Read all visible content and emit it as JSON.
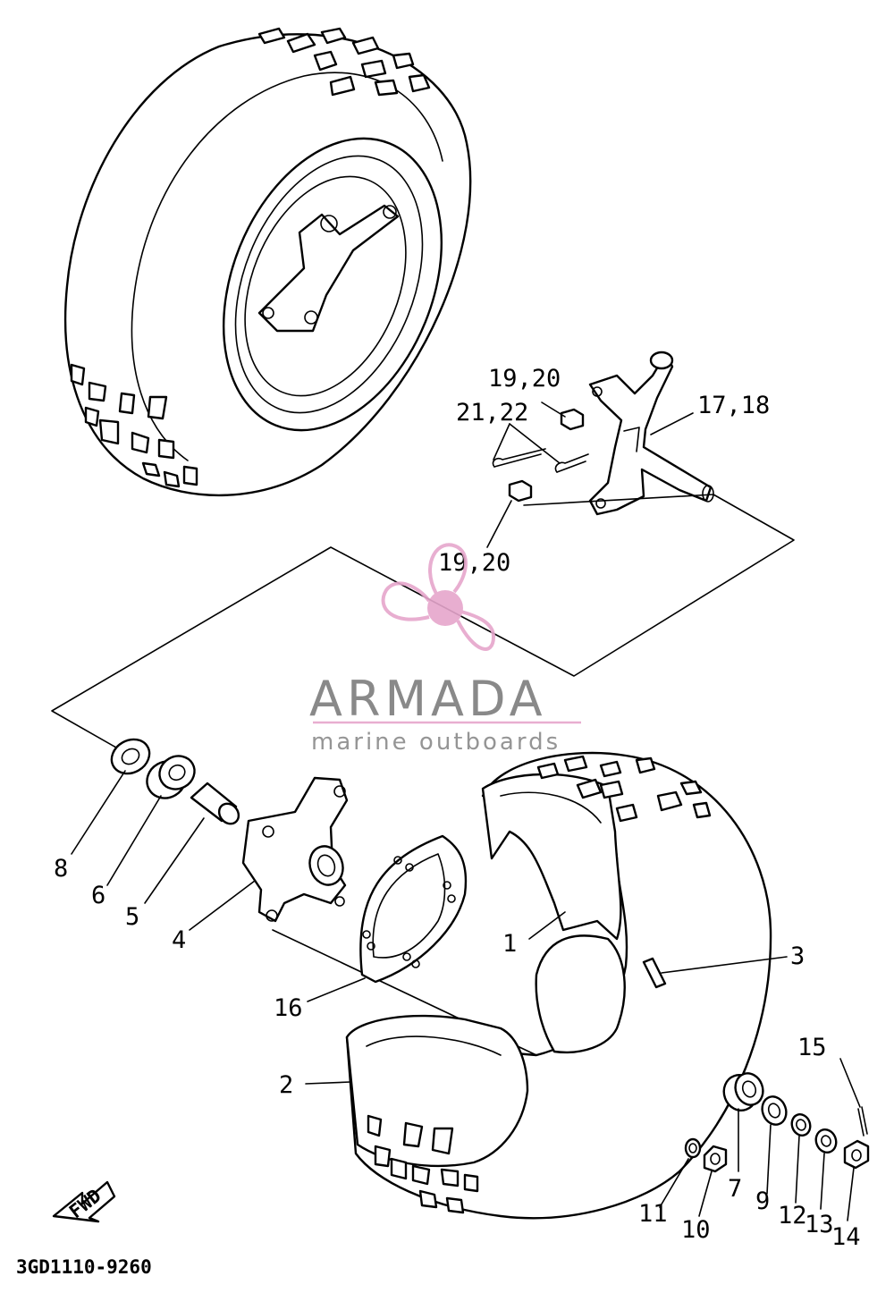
{
  "diagram": {
    "code": "3GD1110-9260",
    "fwd_label": "FWD",
    "callouts": [
      "1",
      "2",
      "3",
      "4",
      "5",
      "6",
      "7",
      "8",
      "9",
      "10",
      "11",
      "12",
      "13",
      "14",
      "15",
      "16",
      "17,18",
      "19,20",
      "19,20",
      "21,22"
    ]
  },
  "watermark": {
    "brand": "ARMADA",
    "tagline": "marine outboards",
    "accent_color": "#e6a6cc",
    "text_color": "#7d7d7d"
  }
}
